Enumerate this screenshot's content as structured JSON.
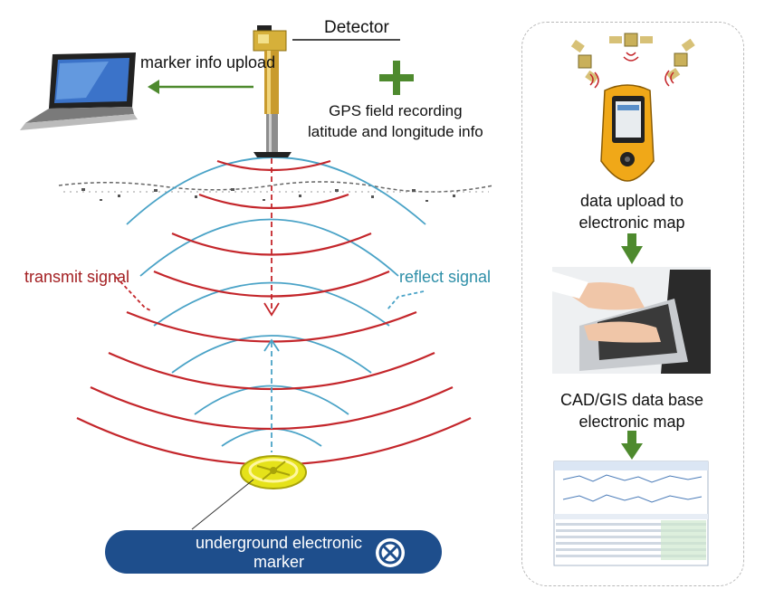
{
  "labels": {
    "detector": "Detector",
    "marker_upload": "marker info upload",
    "gps_line1": "GPS field recording",
    "gps_line2": "latitude and longitude info",
    "transmit": "transmit signal",
    "reflect": "reflect signal",
    "marker_line1": "underground electronic",
    "marker_line2": "marker",
    "data_upload_line1": "data upload to",
    "data_upload_line2": "electronic map",
    "cad_line1": "CAD/GIS data base",
    "cad_line2": "electronic map"
  },
  "colors": {
    "transmit": "#c4262b",
    "reflect": "#4aa3c7",
    "arrow_green": "#4e8a2e",
    "marker_bar": "#1e4e8c",
    "marker_disc": "#e5e21a"
  },
  "icons": {
    "laptop": "laptop-icon",
    "detector": "detector-icon",
    "plus": "plus-icon",
    "satellites": "satellite-icon",
    "gps": "gps-handheld-icon",
    "typing": "laptop-typing-icon",
    "map": "data-table-icon",
    "marker": "electronic-marker-icon"
  }
}
